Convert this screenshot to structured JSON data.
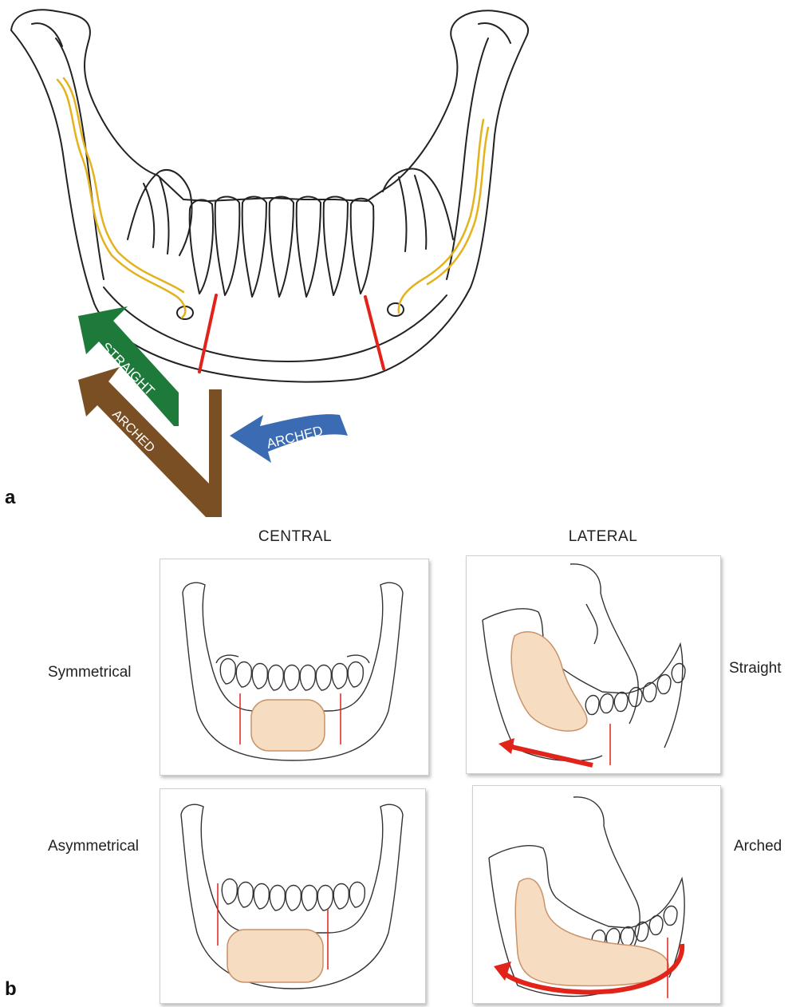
{
  "panel_a": {
    "letter": "a",
    "arrows": {
      "green": {
        "label": "STRAIGHT",
        "color": "#1d7a3a"
      },
      "brown": {
        "label": "ARCHED",
        "color": "#7a4f24"
      },
      "blue": {
        "label": "ARCHED",
        "color": "#3b6cb3"
      }
    },
    "colors": {
      "nerve": "#e3b21d",
      "osteotomy": "#e2231a",
      "bone_outline": "#222222"
    }
  },
  "panel_b": {
    "letter": "b",
    "columns": [
      "CENTRAL",
      "LATERAL"
    ],
    "rows": {
      "left": [
        "Symmetrical",
        "Asymmetrical"
      ],
      "right": [
        "Straight",
        "Arched"
      ]
    },
    "colors": {
      "graft": "#f6dcc0",
      "graft_outline": "#c9936a",
      "arrow": "#e2231a"
    }
  }
}
